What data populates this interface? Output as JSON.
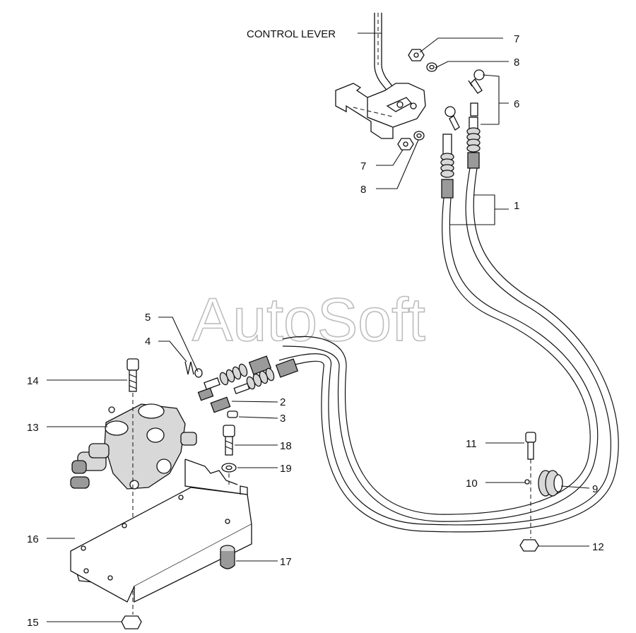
{
  "watermark": "AutoSoft",
  "control_lever_label": "CONTROL LEVER",
  "callouts": {
    "c1": "1",
    "c2": "2",
    "c3": "3",
    "c4": "4",
    "c5": "5",
    "c6": "6",
    "c7a": "7",
    "c7b": "7",
    "c8a": "8",
    "c8b": "8",
    "c9": "9",
    "c10": "10",
    "c11": "11",
    "c12": "12",
    "c13": "13",
    "c14": "14",
    "c15": "15",
    "c16": "16",
    "c17": "17",
    "c18": "18",
    "c19": "19"
  }
}
